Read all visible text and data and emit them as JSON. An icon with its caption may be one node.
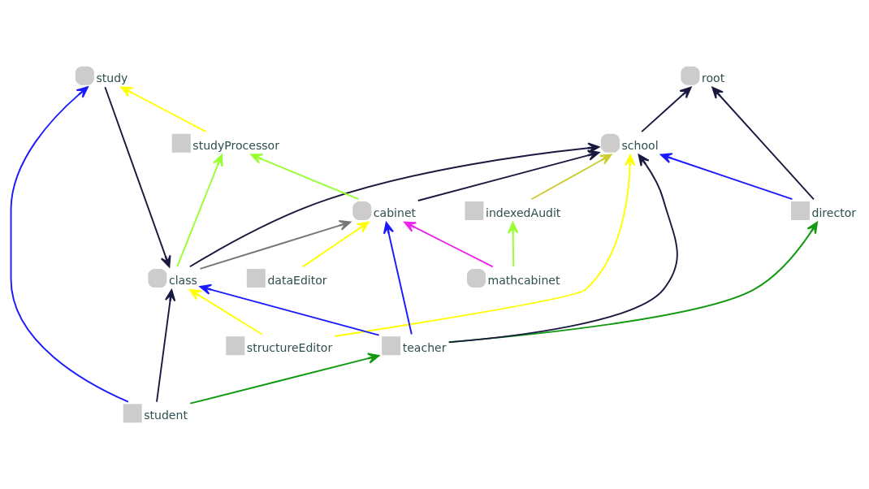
{
  "diagram": {
    "nodes": [
      {
        "text": [
          "root"
        ]
      },
      {
        "text": [
          "structureEditor"
        ]
      },
      {
        "text": [
          "director"
        ]
      },
      {
        "text": [
          "school"
        ]
      },
      {
        "text": [
          "indexedAudit"
        ]
      },
      {
        "text": [
          "teacher"
        ]
      },
      {
        "text": [
          "class"
        ]
      },
      {
        "text": [
          "cabinet"
        ]
      },
      {
        "text": [
          "dataEditor"
        ]
      },
      {
        "text": [
          "student"
        ]
      },
      {
        "text": [
          "study"
        ]
      },
      {
        "text": [
          "mathcabinet"
        ]
      },
      {
        "text": [
          "studyProcessor"
        ]
      }
    ],
    "edges": [
      {
        "from": 2,
        "to": 0,
        "arrow": "to"
      },
      {
        "from": 3,
        "to": 0,
        "arrow": "to"
      },
      {
        "from": 2,
        "to": 3,
        "arrow": "to",
        "color": "#1a1aff"
      },
      {
        "from": 1,
        "to": 3,
        "arrow": "to",
        "color": "#ffff00"
      },
      {
        "from": 1,
        "to": 6,
        "arrow": "to",
        "color": "#ffff00"
      },
      {
        "from": 4,
        "to": 3,
        "arrow": "to",
        "color": "#cccc33"
      },
      {
        "from": 5,
        "to": 2,
        "arrow": "to",
        "color": "#119911"
      },
      {
        "from": 5,
        "to": 3,
        "arrow": "to"
      },
      {
        "from": 5,
        "to": 6,
        "arrow": "to",
        "color": "#1a1aff"
      },
      {
        "from": 5,
        "to": 7,
        "arrow": "to",
        "color": "#1a1aff"
      },
      {
        "from": 6,
        "to": 3,
        "arrow": "to"
      },
      {
        "from": 7,
        "to": 3,
        "arrow": "to"
      },
      {
        "from": 6,
        "to": 7,
        "arrow": "to",
        "color": "#777777"
      },
      {
        "from": 8,
        "to": 7,
        "arrow": "to",
        "color": "#ffff00"
      },
      {
        "from": 9,
        "to": 5,
        "arrow": "to",
        "color": "#119911"
      },
      {
        "from": 9,
        "to": 6,
        "arrow": "to"
      },
      {
        "from": 9,
        "to": 10,
        "arrow": "to",
        "color": "#1a1aff"
      },
      {
        "from": 10,
        "to": 6,
        "arrow": "to"
      },
      {
        "from": 6,
        "to": 12,
        "arrow": "to",
        "color": "#99ff33"
      },
      {
        "from": 7,
        "to": 12,
        "arrow": "to",
        "color": "#99ff33"
      },
      {
        "from": 12,
        "to": 10,
        "arrow": "to",
        "color": "#ffff00"
      },
      {
        "from": 11,
        "to": 7,
        "arrow": "to",
        "color": "#ee22ee"
      },
      {
        "from": 11,
        "to": 4,
        "arrow": "to",
        "color": "#99ff33"
      }
    ]
  }
}
